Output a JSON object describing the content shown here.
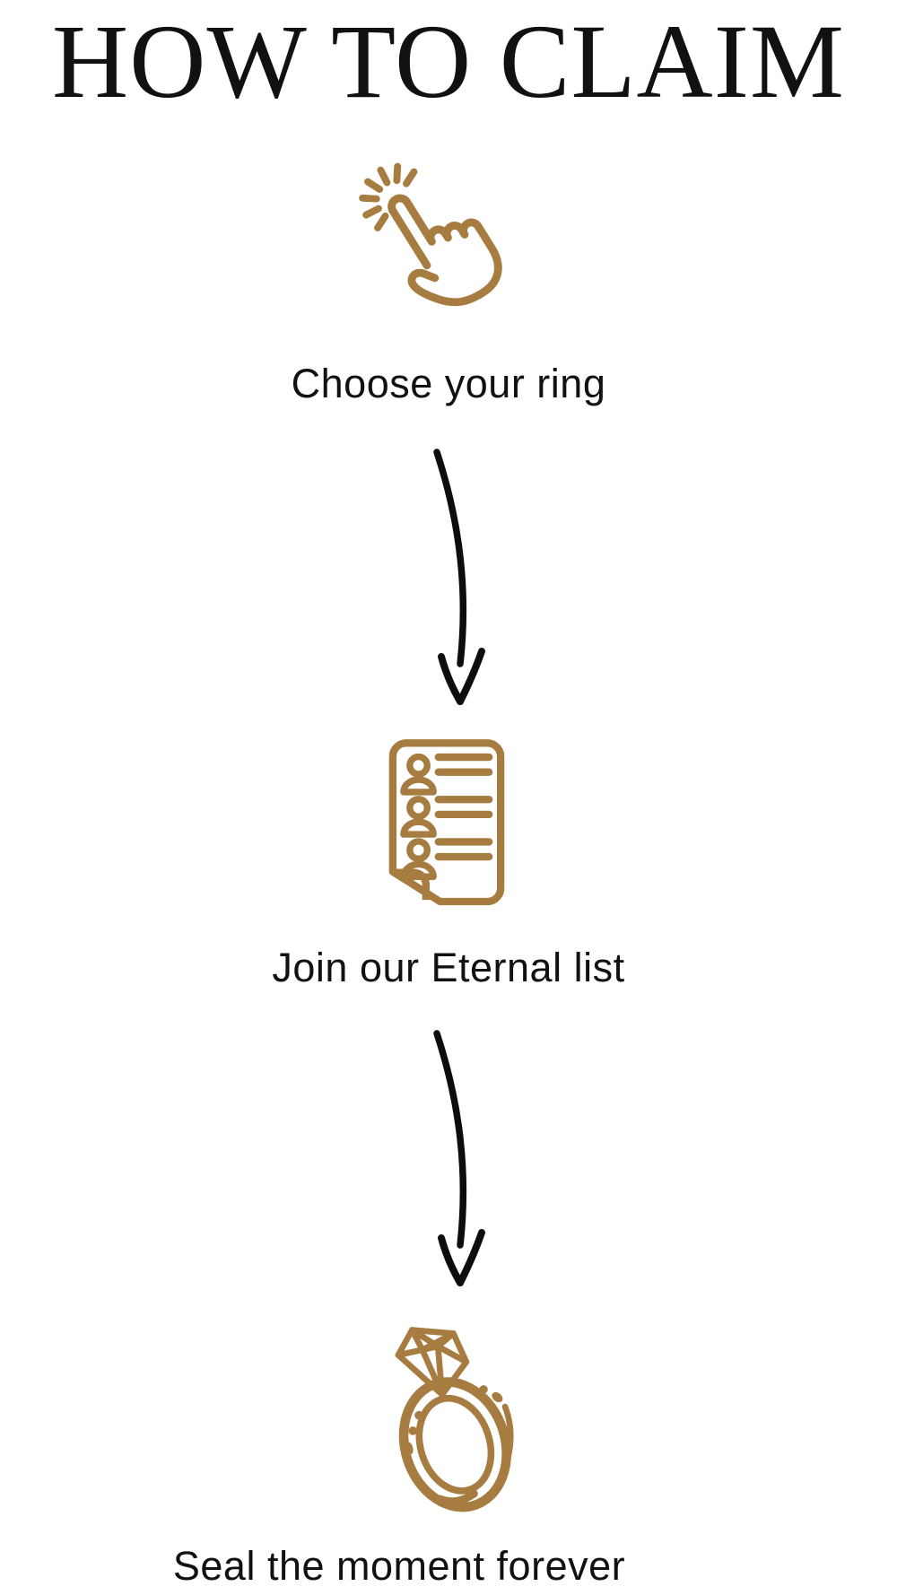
{
  "page": {
    "title": "HOW TO CLAIM",
    "background_color": "#ffffff",
    "text_color": "#111111",
    "accent_gold": "#A67C40",
    "arrow_color": "#0d0d0d"
  },
  "steps": [
    {
      "id": 1,
      "icon": "tap-hand-icon",
      "label": "Choose your ring"
    },
    {
      "id": 2,
      "icon": "signup-list-icon",
      "label": "Join our Eternal list"
    },
    {
      "id": 3,
      "icon": "diamond-ring-icon",
      "label": "Seal the moment forever"
    }
  ]
}
